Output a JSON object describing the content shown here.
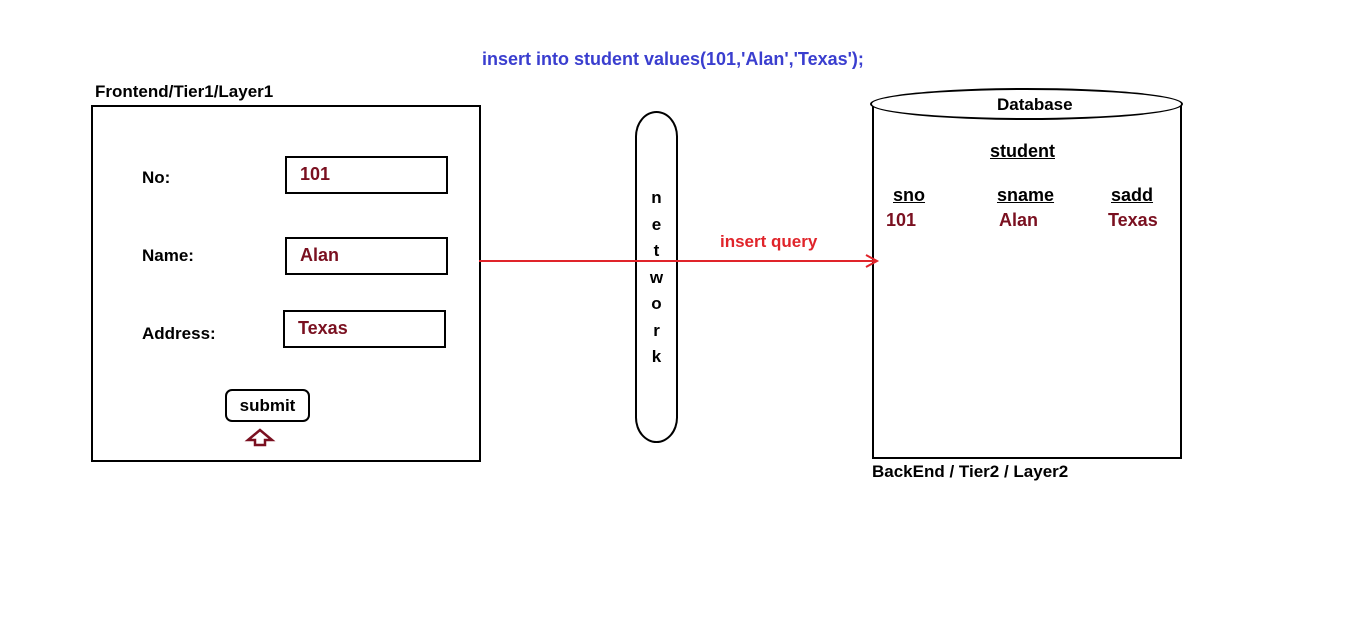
{
  "query_text": "insert into student values(101,'Alan','Texas');",
  "frontend": {
    "label": "Frontend/Tier1/Layer1",
    "fields": [
      {
        "label": "No:",
        "value": "101"
      },
      {
        "label": "Name:",
        "value": "Alan"
      },
      {
        "label": "Address:",
        "value": "Texas"
      }
    ],
    "submit_label": "submit"
  },
  "network": {
    "letters": [
      "n",
      "e",
      "t",
      "w",
      "o",
      "r",
      "k"
    ]
  },
  "arrow": {
    "label": "insert query"
  },
  "database": {
    "title": "Database",
    "table_name": "student",
    "columns": [
      "sno",
      "sname",
      "sadd"
    ],
    "rows": [
      [
        "101",
        "Alan",
        "Texas"
      ]
    ],
    "backend_label": "BackEnd / Tier2 / Layer2"
  },
  "colors": {
    "query_text": "#3a3ecf",
    "value_text": "#7a1020",
    "arrow": "#e0242a",
    "submit_pointer": "#7a1020"
  }
}
